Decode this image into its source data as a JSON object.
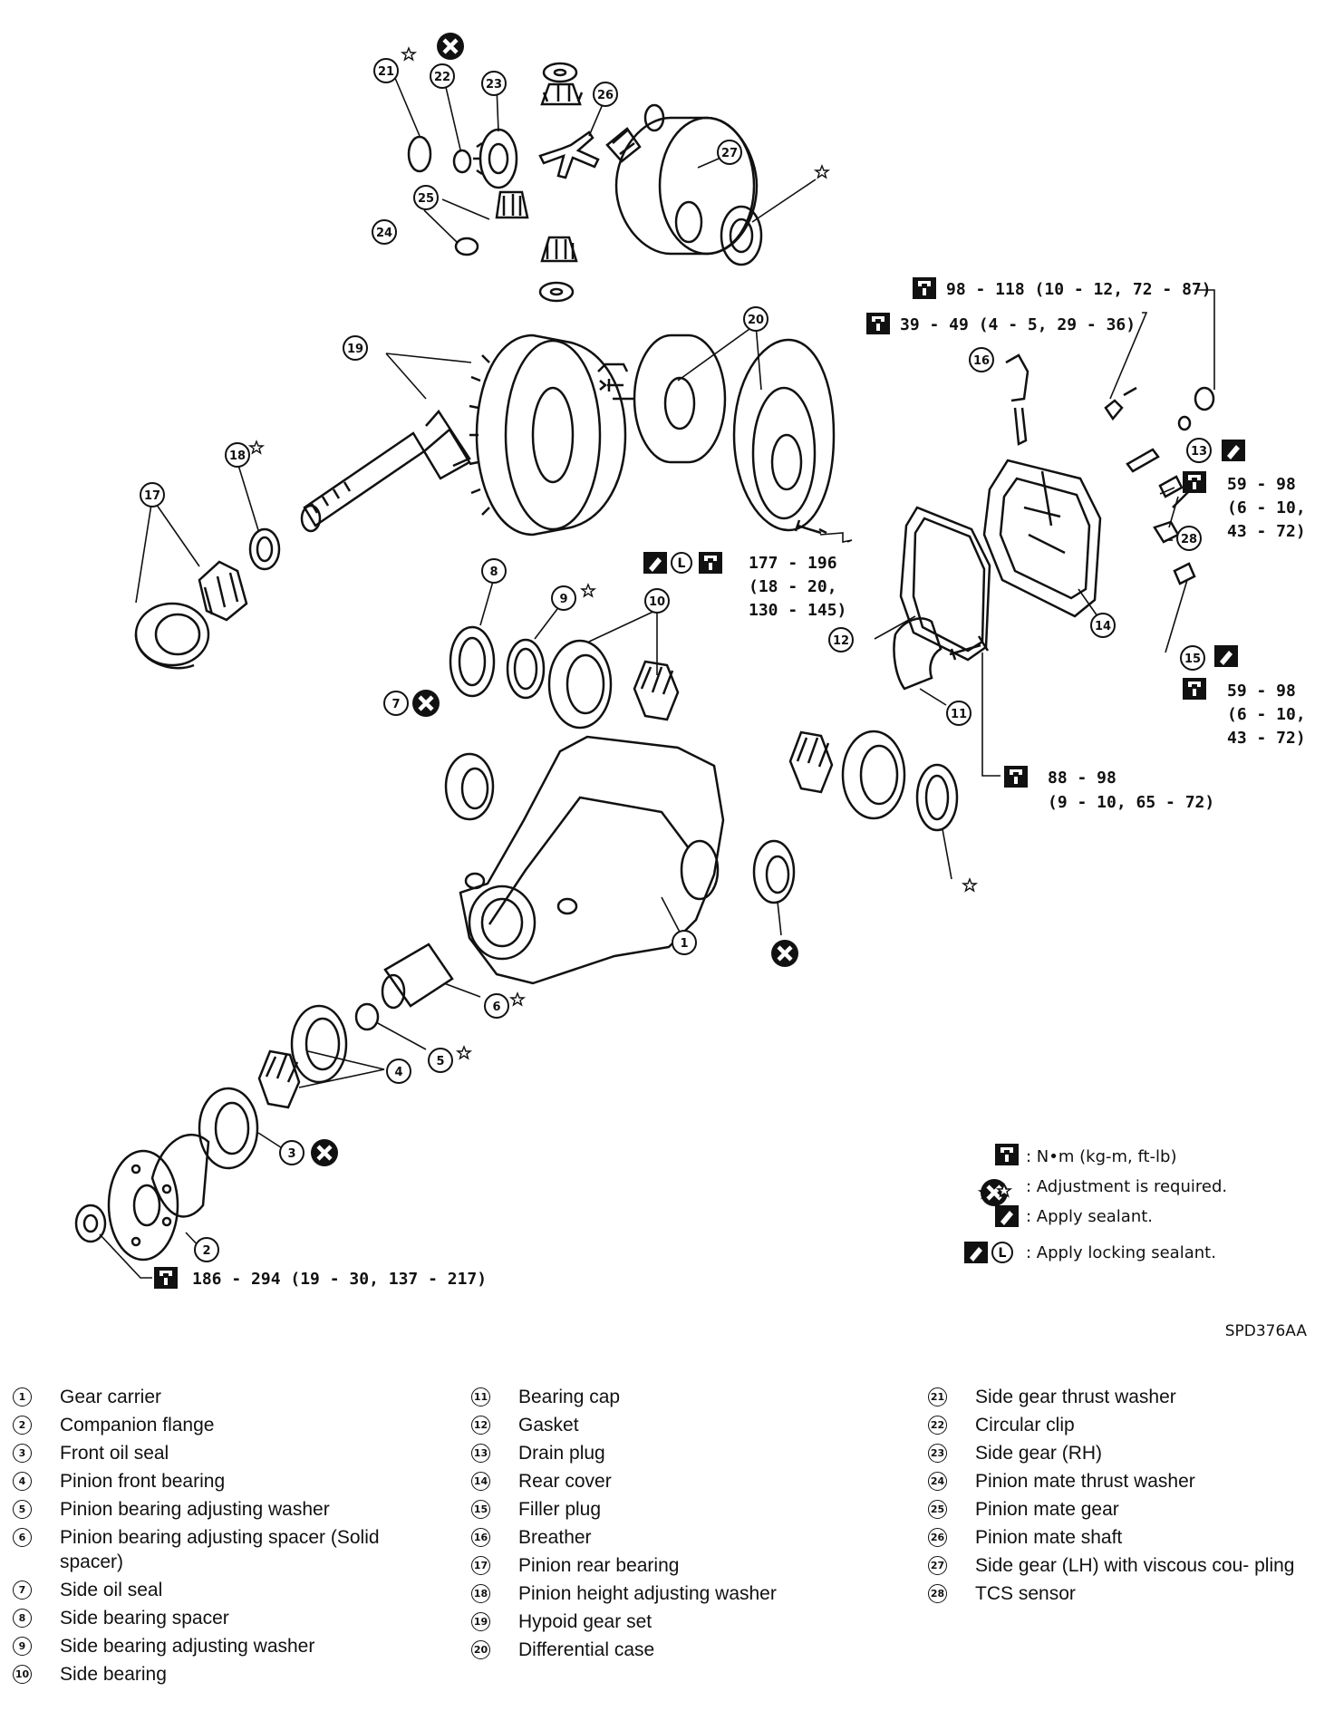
{
  "diagram_code": "SPD376AA",
  "torque_specs": {
    "t1": "98 - 118 (10 - 12, 72 - 87)",
    "t2": "39 - 49 (4 - 5, 29 - 36)",
    "t3_line1": "177 - 196",
    "t3_line2": "(18 - 20,",
    "t3_line3": "130 - 145)",
    "t4_line1": "59 - 98",
    "t4_line2": "(6 - 10,",
    "t4_line3": "43 - 72)",
    "t5_line1": "59 - 98",
    "t5_line2": "(6 - 10,",
    "t5_line3": "43 - 72)",
    "t6_line1": "88 - 98",
    "t6_line2": "(9 - 10, 65 - 72)",
    "t7": "186 - 294 (19 - 30, 137 - 217)"
  },
  "legend": {
    "torque": ": N•m (kg-m, ft-lb)",
    "adjust": ": Adjustment is required.",
    "sealant": ": Apply sealant.",
    "locking": ": Apply locking sealant."
  },
  "callouts": [
    "1",
    "2",
    "3",
    "4",
    "5",
    "6",
    "7",
    "8",
    "9",
    "10",
    "11",
    "12",
    "13",
    "14",
    "15",
    "16",
    "17",
    "18",
    "19",
    "20",
    "21",
    "22",
    "23",
    "24",
    "25",
    "26",
    "27",
    "28"
  ],
  "parts": [
    {
      "num": "1",
      "name": "Gear carrier"
    },
    {
      "num": "2",
      "name": "Companion flange"
    },
    {
      "num": "3",
      "name": "Front oil seal"
    },
    {
      "num": "4",
      "name": "Pinion front bearing"
    },
    {
      "num": "5",
      "name": "Pinion bearing adjusting washer"
    },
    {
      "num": "6",
      "name": "Pinion bearing adjusting spacer (Solid spacer)"
    },
    {
      "num": "7",
      "name": "Side oil seal"
    },
    {
      "num": "8",
      "name": "Side bearing spacer"
    },
    {
      "num": "9",
      "name": "Side bearing adjusting washer"
    },
    {
      "num": "10",
      "name": "Side bearing"
    },
    {
      "num": "11",
      "name": "Bearing cap"
    },
    {
      "num": "12",
      "name": "Gasket"
    },
    {
      "num": "13",
      "name": "Drain plug"
    },
    {
      "num": "14",
      "name": "Rear cover"
    },
    {
      "num": "15",
      "name": "Filler plug"
    },
    {
      "num": "16",
      "name": "Breather"
    },
    {
      "num": "17",
      "name": "Pinion rear bearing"
    },
    {
      "num": "18",
      "name": "Pinion height adjusting washer"
    },
    {
      "num": "19",
      "name": "Hypoid gear set"
    },
    {
      "num": "20",
      "name": "Differential case"
    },
    {
      "num": "21",
      "name": "Side gear thrust washer"
    },
    {
      "num": "22",
      "name": "Circular clip"
    },
    {
      "num": "23",
      "name": "Side gear (RH)"
    },
    {
      "num": "24",
      "name": "Pinion mate thrust washer"
    },
    {
      "num": "25",
      "name": "Pinion mate gear"
    },
    {
      "num": "26",
      "name": "Pinion mate shaft"
    },
    {
      "num": "27",
      "name": "Side gear (LH) with viscous cou- pling"
    },
    {
      "num": "28",
      "name": "TCS sensor"
    }
  ]
}
